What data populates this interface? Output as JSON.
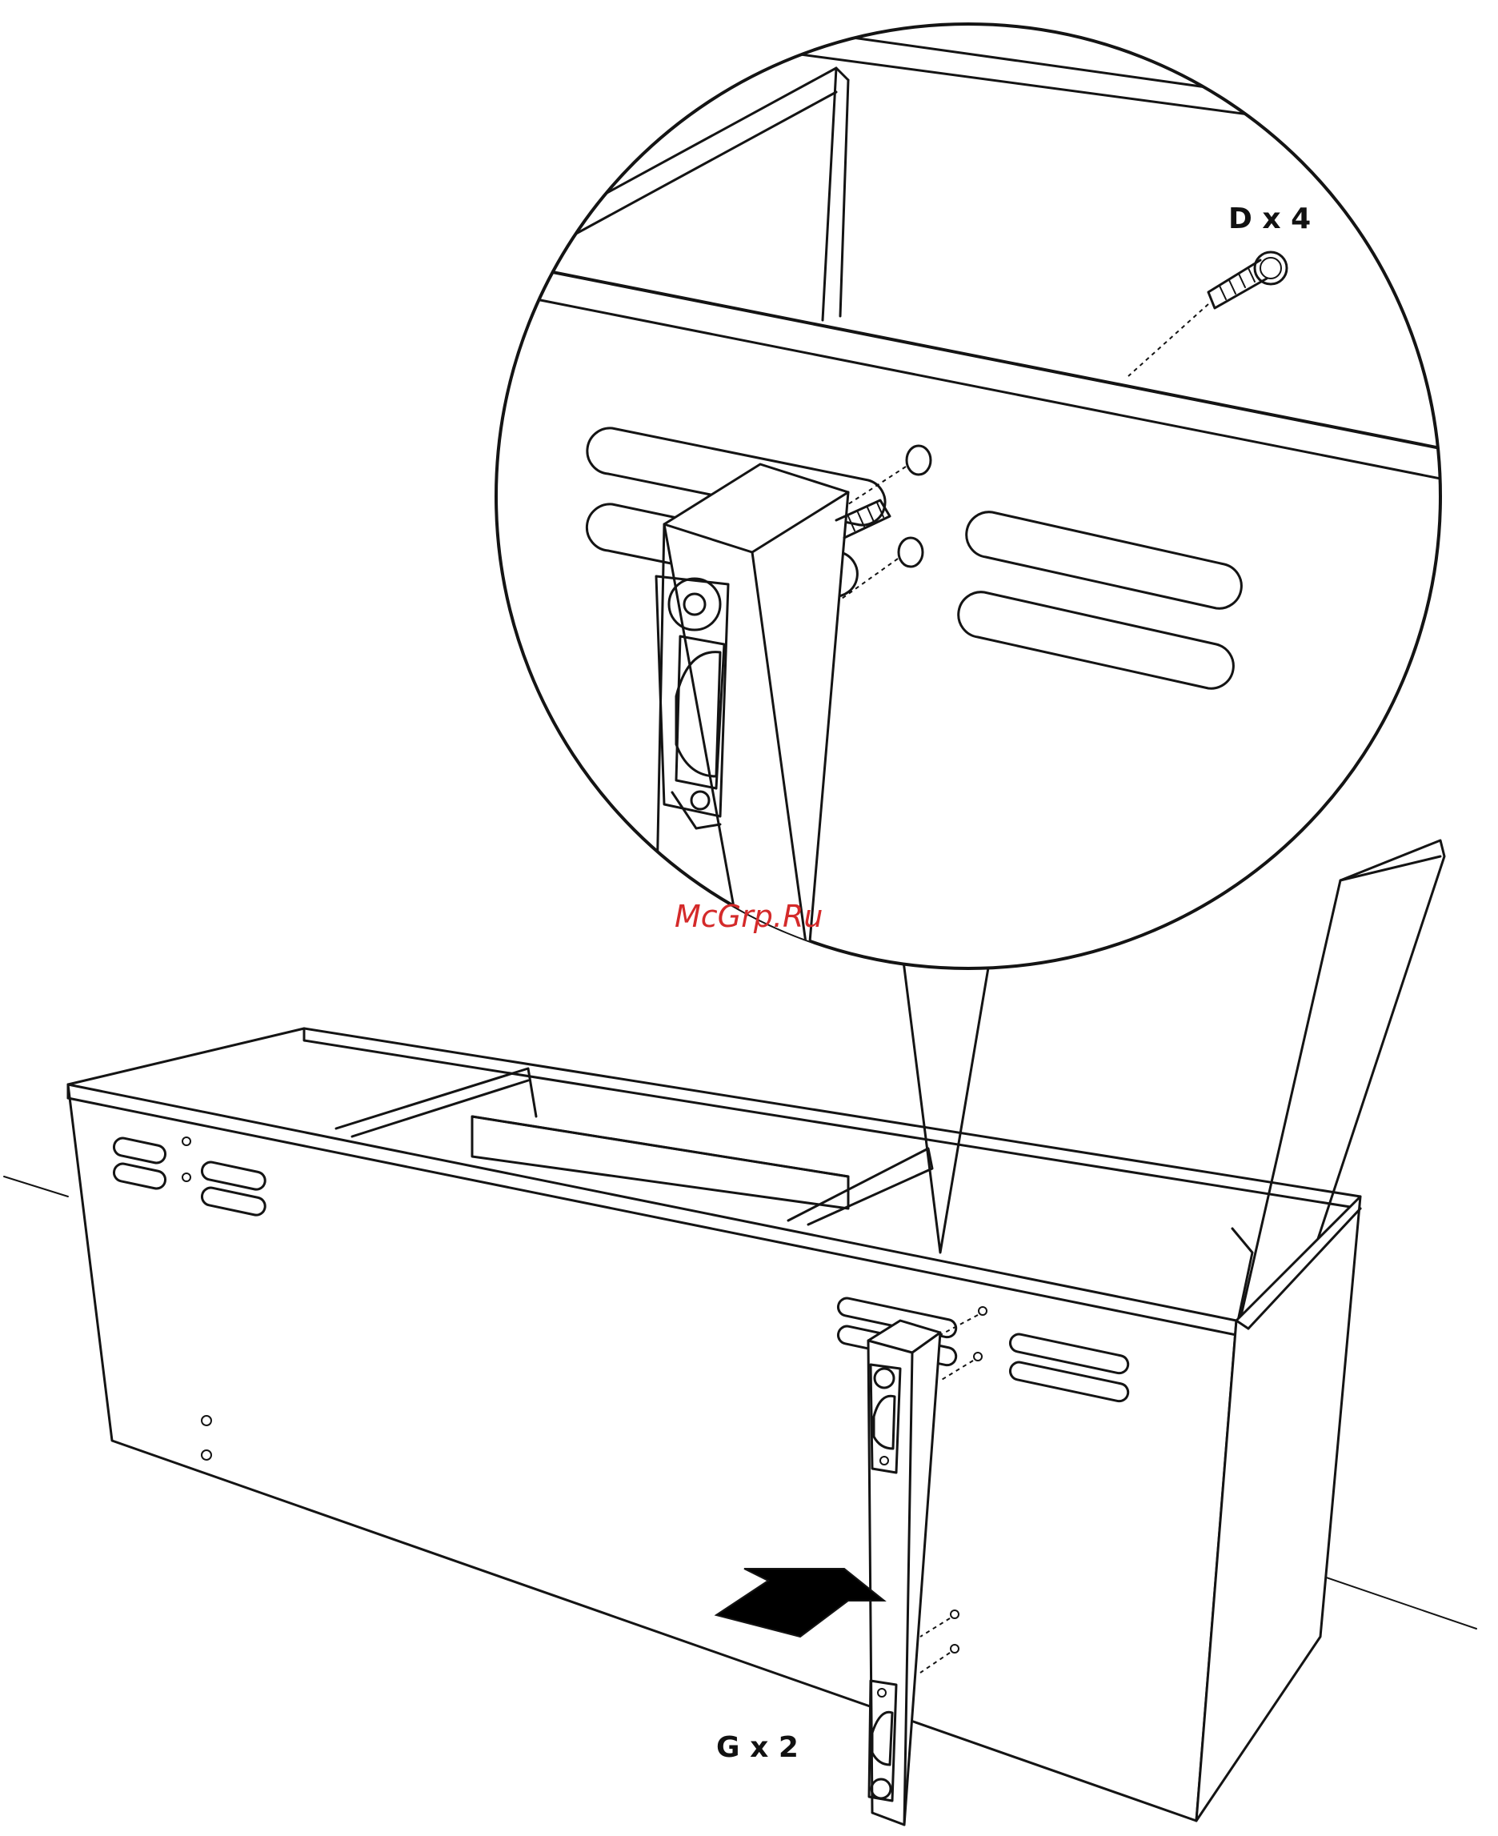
{
  "labels": {
    "part_d": "D x 4",
    "part_g": "G x 2"
  },
  "watermark": "McGrp.Ru",
  "colors": {
    "line": "#141414",
    "background": "#ffffff",
    "watermark": "#d42a2a",
    "arrow": "#000000"
  },
  "icons": {
    "screw": "screw-icon",
    "hinge": "hinge-icon",
    "arrow": "arrow-icon"
  }
}
